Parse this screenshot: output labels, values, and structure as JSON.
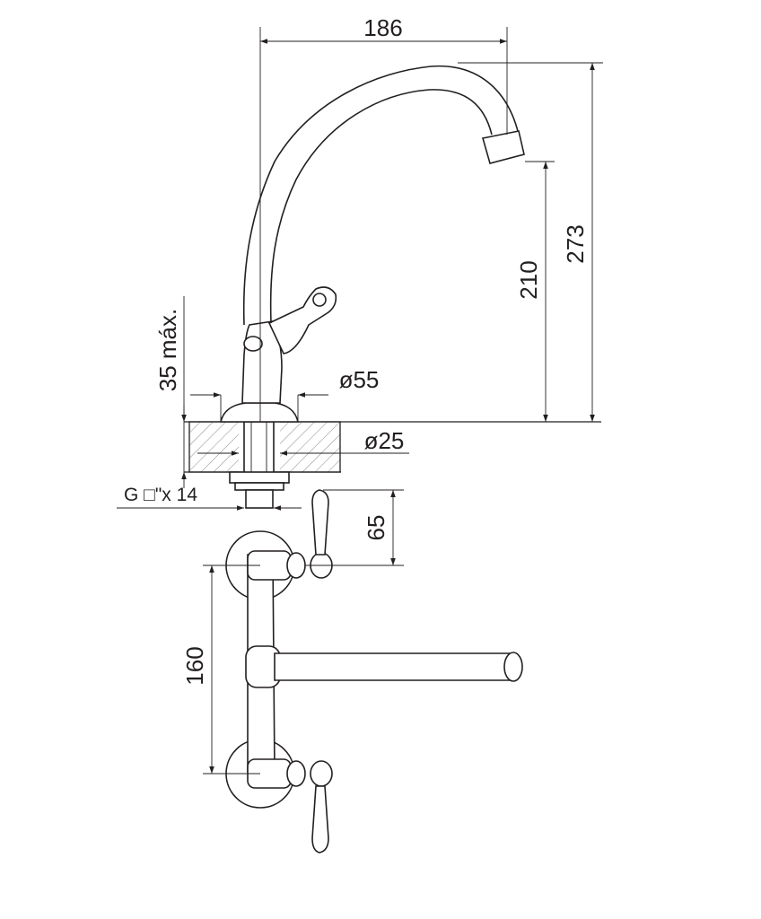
{
  "dimensions": {
    "spout_reach": "186",
    "spout_outlet_height": "210",
    "total_height": "273",
    "max_deck_thickness": "35 máx.",
    "base_diameter": "ø55",
    "hole_diameter": "ø25",
    "thread_spec": "G □\"x 14",
    "handle_height": "65",
    "valve_spacing": "160"
  },
  "colors": {
    "line": "#231f20",
    "hatch": "#555555",
    "background": "#ffffff"
  }
}
